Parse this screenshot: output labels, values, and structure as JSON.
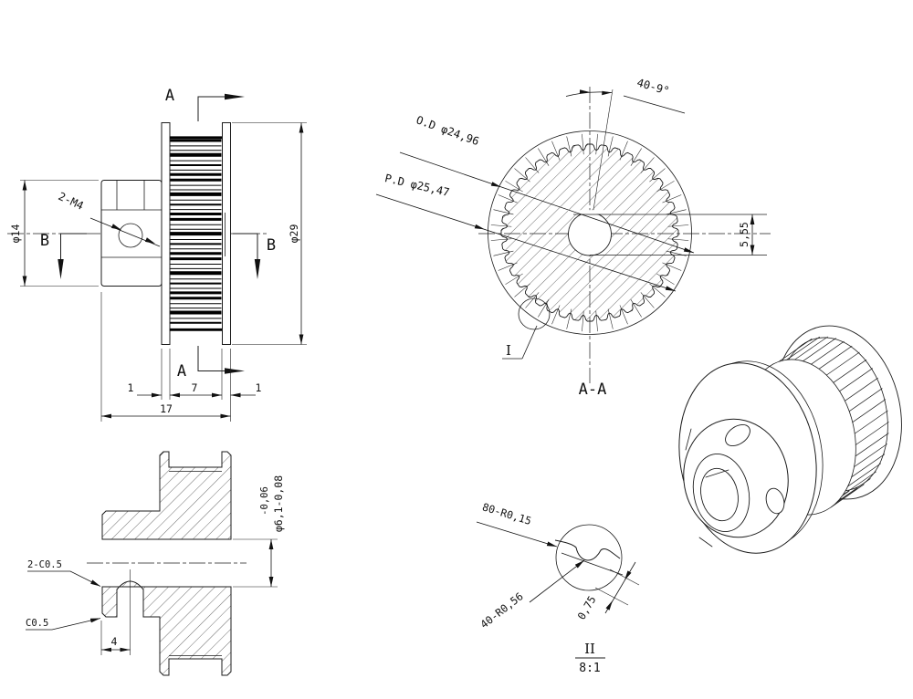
{
  "labels": {
    "section_arrow_a_top": "A",
    "section_arrow_a_bottom": "A",
    "section_arrow_b_left": "B",
    "section_arrow_b_right": "B",
    "thread_callout": "2-M4",
    "hub_diameter": "φ14",
    "flange_diameter": "φ29",
    "flange_width_left": "1",
    "tooth_width": "7",
    "flange_width_right": "1",
    "total_width": "17",
    "outer_diameter": "O.D φ24,96",
    "pitch_diameter": "P.D φ25,47",
    "tooth_angle": "40-9°",
    "bore_flat_height": "5,55",
    "detail_circle": "I",
    "section_title": "A-A",
    "bore_tol_upper": "-0,06",
    "bore_diameter_tol": "φ6,1-0,08",
    "chamfer_double": "2-C0.5",
    "chamfer_single": "C0.5",
    "screw_hole_offset": "4",
    "tip_fillet": "80-R0,15",
    "groove_radius": "40-R0,56",
    "tooth_depth": "0,75",
    "detail_title": "II",
    "detail_scale": "8:1"
  }
}
